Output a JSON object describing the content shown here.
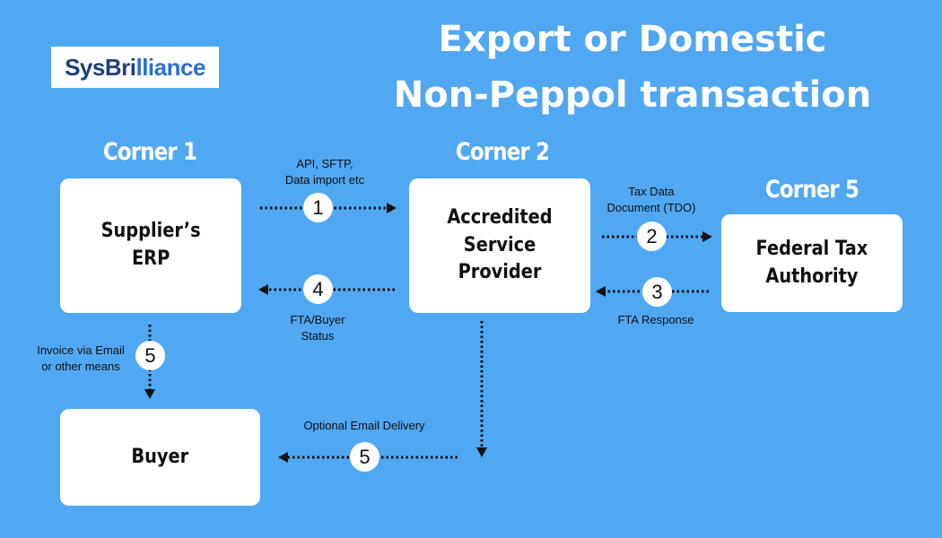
{
  "logo": {
    "part1": "SysBri",
    "part2": "lliance"
  },
  "title": {
    "line1": "Export or Domestic",
    "line2": "Non-Peppol transaction"
  },
  "corners": {
    "c1": "Corner 1",
    "c2": "Corner 2",
    "c5": "Corner 5"
  },
  "boxes": {
    "supplier": "Supplier’s\nERP",
    "asp": "Accredited Service\nProvider",
    "fta": "Federal Tax\nAuthority",
    "buyer": "Buyer"
  },
  "steps": {
    "s1": {
      "number": "1",
      "label": "API, SFTP,\nData import etc"
    },
    "s2": {
      "number": "2",
      "label": "Tax Data\nDocument (TDO)"
    },
    "s3": {
      "number": "3",
      "label": "FTA Response"
    },
    "s4": {
      "number": "4",
      "label": "FTA/Buyer\nStatus"
    },
    "s5a": {
      "number": "5",
      "label": "Invoice via Email\nor other means"
    },
    "s5b": {
      "number": "5",
      "label": "Optional  Email Delivery"
    }
  },
  "colors": {
    "background": "#50a7f2",
    "box": "#ffffff",
    "arrow": "#111111"
  }
}
